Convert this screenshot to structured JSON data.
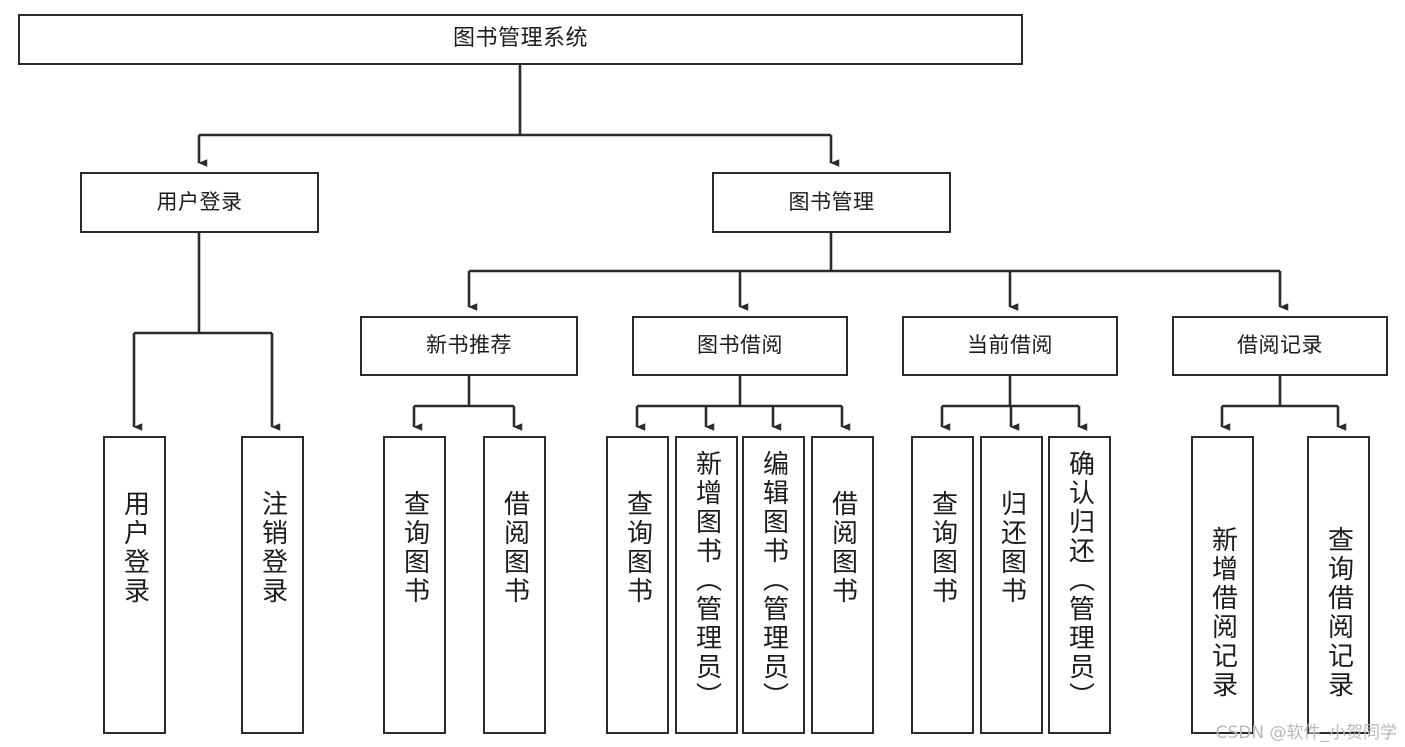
{
  "diagram": {
    "title": "图书管理系统",
    "type": "tree",
    "root": {
      "label": "图书管理系统"
    },
    "level1": [
      {
        "label": "用户登录"
      },
      {
        "label": "图书管理"
      }
    ],
    "level2": [
      {
        "label": "新书推荐"
      },
      {
        "label": "图书借阅"
      },
      {
        "label": "当前借阅"
      },
      {
        "label": "借阅记录"
      }
    ],
    "leaves": {
      "user_login": [
        {
          "label": "用户登录"
        },
        {
          "label": "注销登录"
        }
      ],
      "new_book_recommend": [
        {
          "label": "查询图书"
        },
        {
          "label": "借阅图书"
        }
      ],
      "book_borrow": [
        {
          "label": "查询图书"
        },
        {
          "label": "新增图书（管理员）"
        },
        {
          "label": "编辑图书（管理员）"
        },
        {
          "label": "借阅图书"
        }
      ],
      "current_borrow": [
        {
          "label": "查询图书"
        },
        {
          "label": "归还图书"
        },
        {
          "label": "确认归还（管理员）"
        }
      ],
      "borrow_record": [
        {
          "label": "新增借阅记录"
        },
        {
          "label": "查询借阅记录"
        }
      ]
    }
  },
  "watermark": {
    "text": "CSDN @软件_小贺同学"
  },
  "colors": {
    "stroke": "#2b2b2b",
    "background": "#ffffff",
    "text": "#1c1c1c",
    "watermark": "#b9b9b9"
  }
}
